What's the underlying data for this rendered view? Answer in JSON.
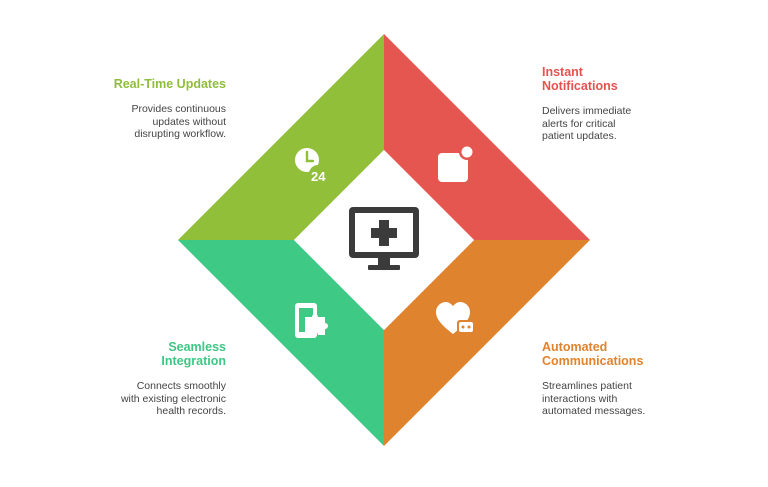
{
  "center": {
    "icon": "medical-monitor-icon"
  },
  "quadrants": {
    "top_left": {
      "title": "Real-Time Updates",
      "desc_lines": [
        "Provides continuous",
        "updates without",
        "disrupting workflow."
      ],
      "icon": "clock-24-icon",
      "color": "#92bf3a"
    },
    "top_right": {
      "title_lines": [
        "Instant",
        "Notifications"
      ],
      "desc_lines": [
        "Delivers immediate",
        "alerts for critical",
        "patient updates."
      ],
      "icon": "notification-badge-icon",
      "color": "#e55650"
    },
    "bottom_left": {
      "title_lines": [
        "Seamless",
        "Integration"
      ],
      "desc_lines": [
        "Connects smoothly",
        "with existing electronic",
        "health records."
      ],
      "icon": "phone-puzzle-icon",
      "color": "#3ec985"
    },
    "bottom_right": {
      "title_lines": [
        "Automated",
        "Communications"
      ],
      "desc_lines": [
        "Streamlines patient",
        "interactions with",
        "automated messages."
      ],
      "icon": "heart-robot-icon",
      "color": "#e0832f"
    }
  }
}
